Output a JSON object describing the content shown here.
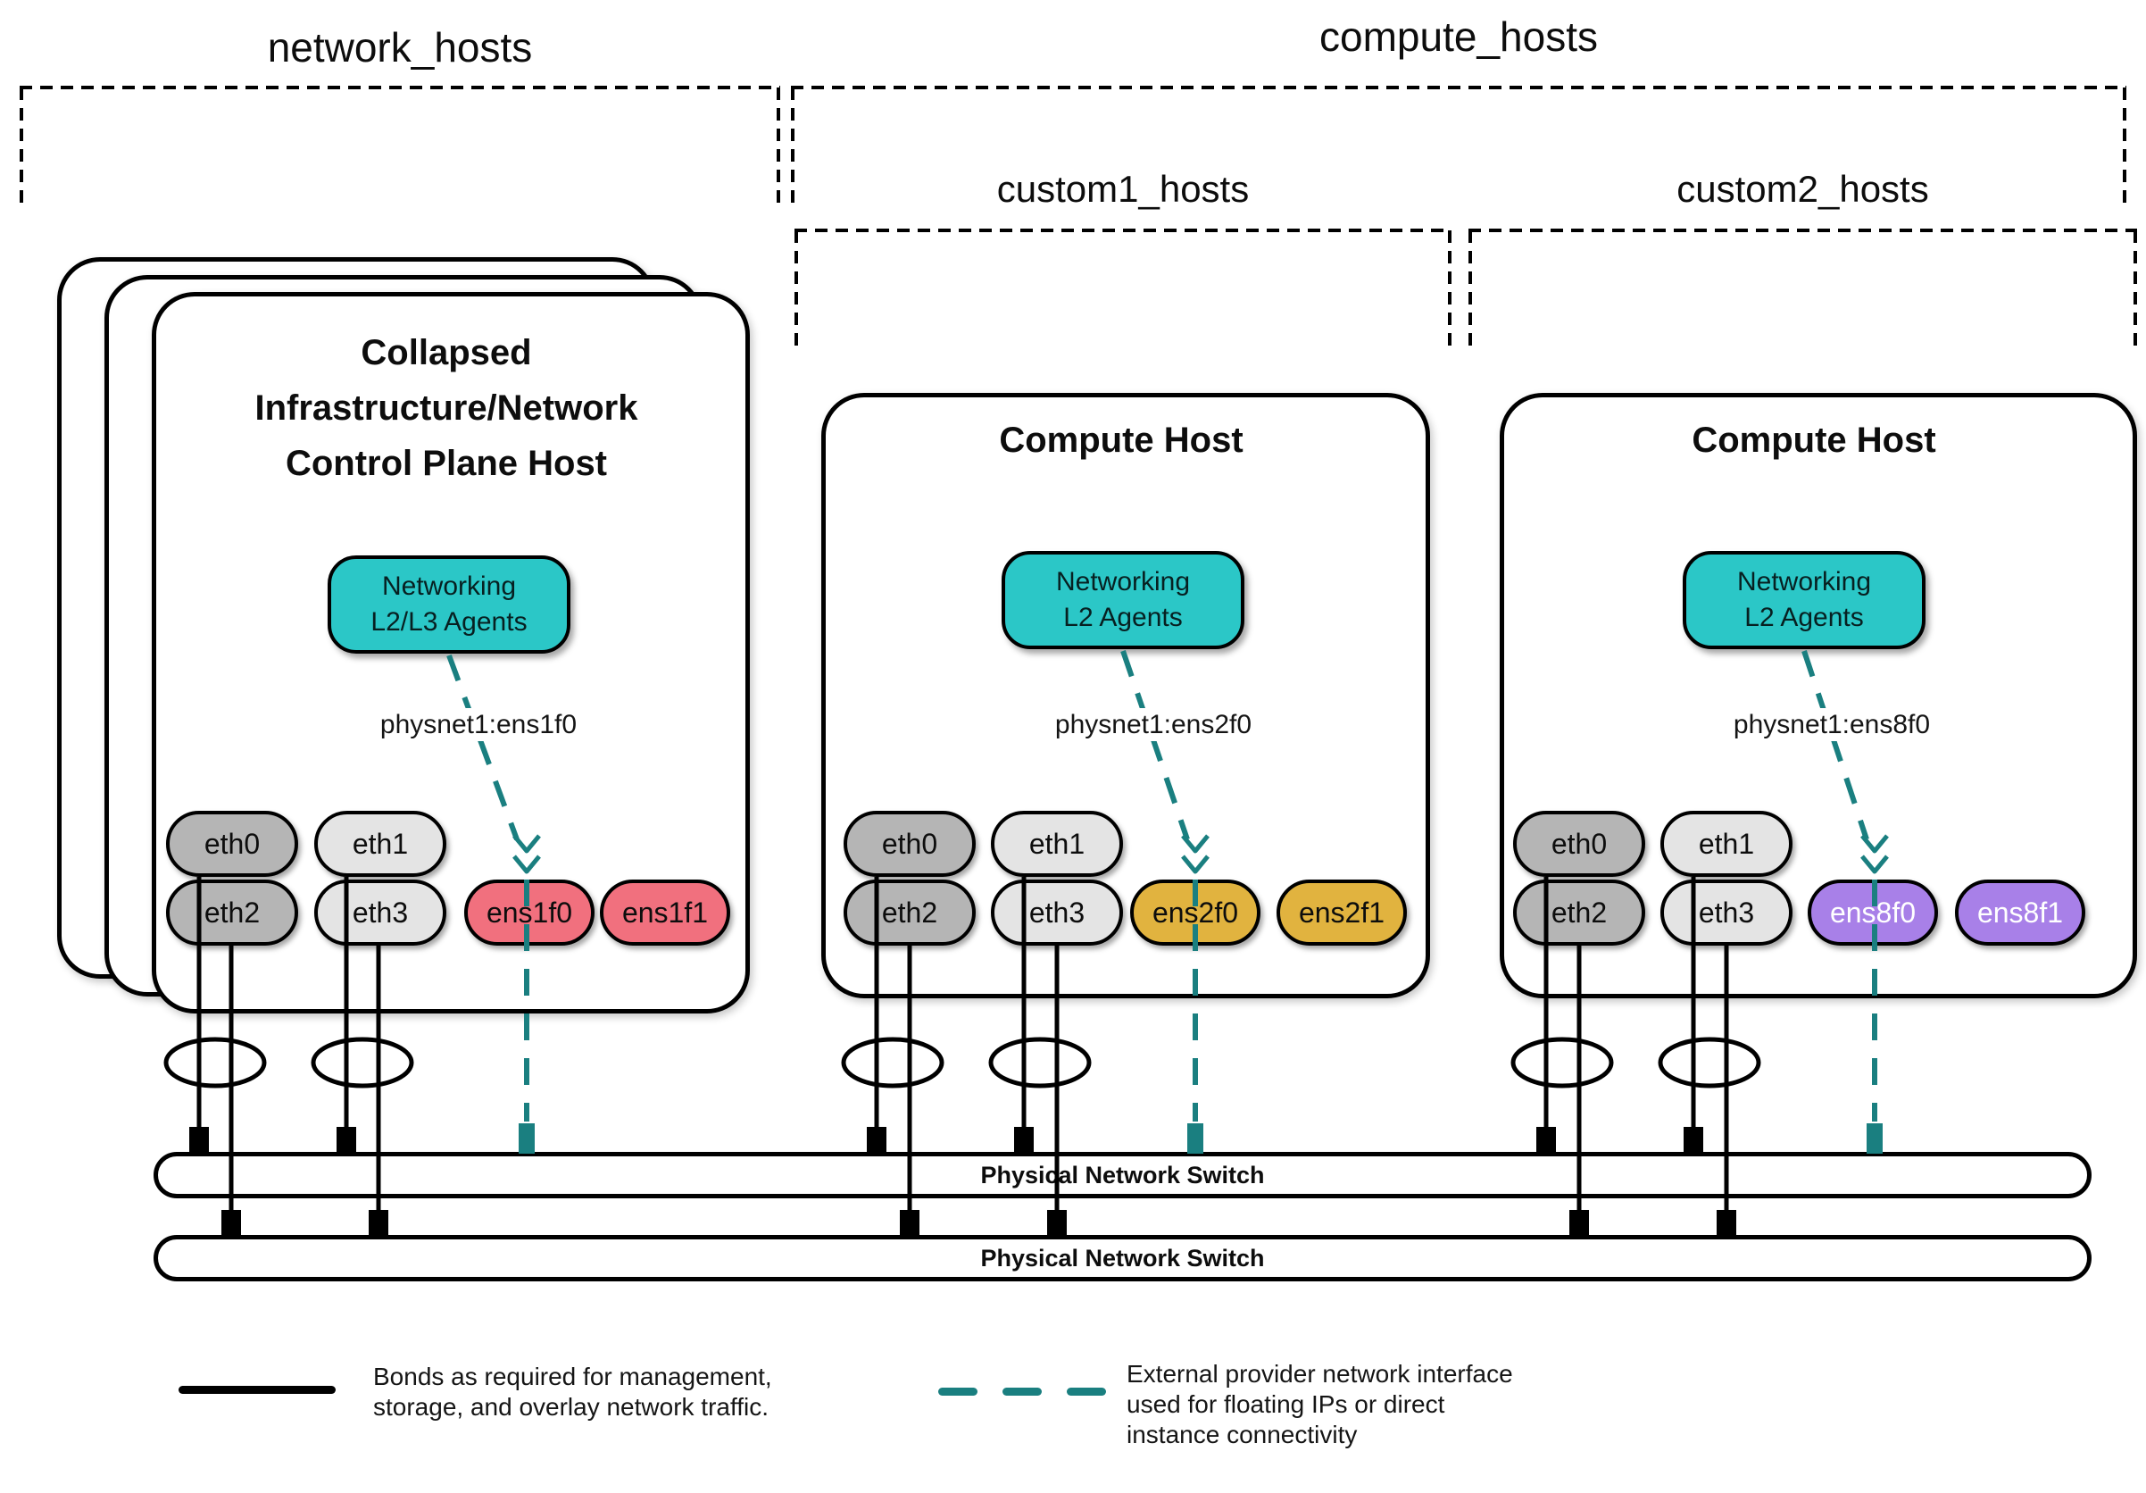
{
  "groups": {
    "network": {
      "label": "network_hosts"
    },
    "compute": {
      "label": "compute_hosts"
    },
    "custom1": {
      "label": "custom1_hosts"
    },
    "custom2": {
      "label": "custom2_hosts"
    }
  },
  "hosts": [
    {
      "title_lines": [
        "Collapsed",
        "Infrastructure/Network",
        "Control Plane Host"
      ],
      "agent_lines": [
        "Networking",
        "L2/L3 Agents"
      ],
      "physnet_label": "physnet1:ens1f0",
      "nics": [
        {
          "label": "eth0"
        },
        {
          "label": "eth1"
        },
        {
          "label": "eth2"
        },
        {
          "label": "eth3"
        },
        {
          "label": "ens1f0"
        },
        {
          "label": "ens1f1"
        }
      ]
    },
    {
      "title_lines": [
        "Compute Host"
      ],
      "agent_lines": [
        "Networking",
        "L2 Agents"
      ],
      "physnet_label": "physnet1:ens2f0",
      "nics": [
        {
          "label": "eth0"
        },
        {
          "label": "eth1"
        },
        {
          "label": "eth2"
        },
        {
          "label": "eth3"
        },
        {
          "label": "ens2f0"
        },
        {
          "label": "ens2f1"
        }
      ]
    },
    {
      "title_lines": [
        "Compute Host"
      ],
      "agent_lines": [
        "Networking",
        "L2 Agents"
      ],
      "physnet_label": "physnet1:ens8f0",
      "nics": [
        {
          "label": "eth0"
        },
        {
          "label": "eth1"
        },
        {
          "label": "eth2"
        },
        {
          "label": "eth3"
        },
        {
          "label": "ens8f0"
        },
        {
          "label": "ens8f1"
        }
      ]
    }
  ],
  "switches": [
    {
      "label": "Physical Network Switch"
    },
    {
      "label": "Physical Network Switch"
    }
  ],
  "legend": {
    "bond": {
      "lines": [
        "Bonds as required for management,",
        "storage, and overlay network traffic."
      ]
    },
    "external": {
      "lines": [
        "External provider network interface",
        "used for floating IPs or direct",
        "instance connectivity"
      ]
    }
  },
  "colors": {
    "agent_teal": "#2bc7c7",
    "provider_teal_dark": "#1a7f80",
    "nic_pink": "#f1707e",
    "nic_gold": "#e1b33f",
    "nic_purple": "#a880e8",
    "nic_gray_dark": "#b5b5b5",
    "nic_gray_light": "#e4e4e4"
  }
}
